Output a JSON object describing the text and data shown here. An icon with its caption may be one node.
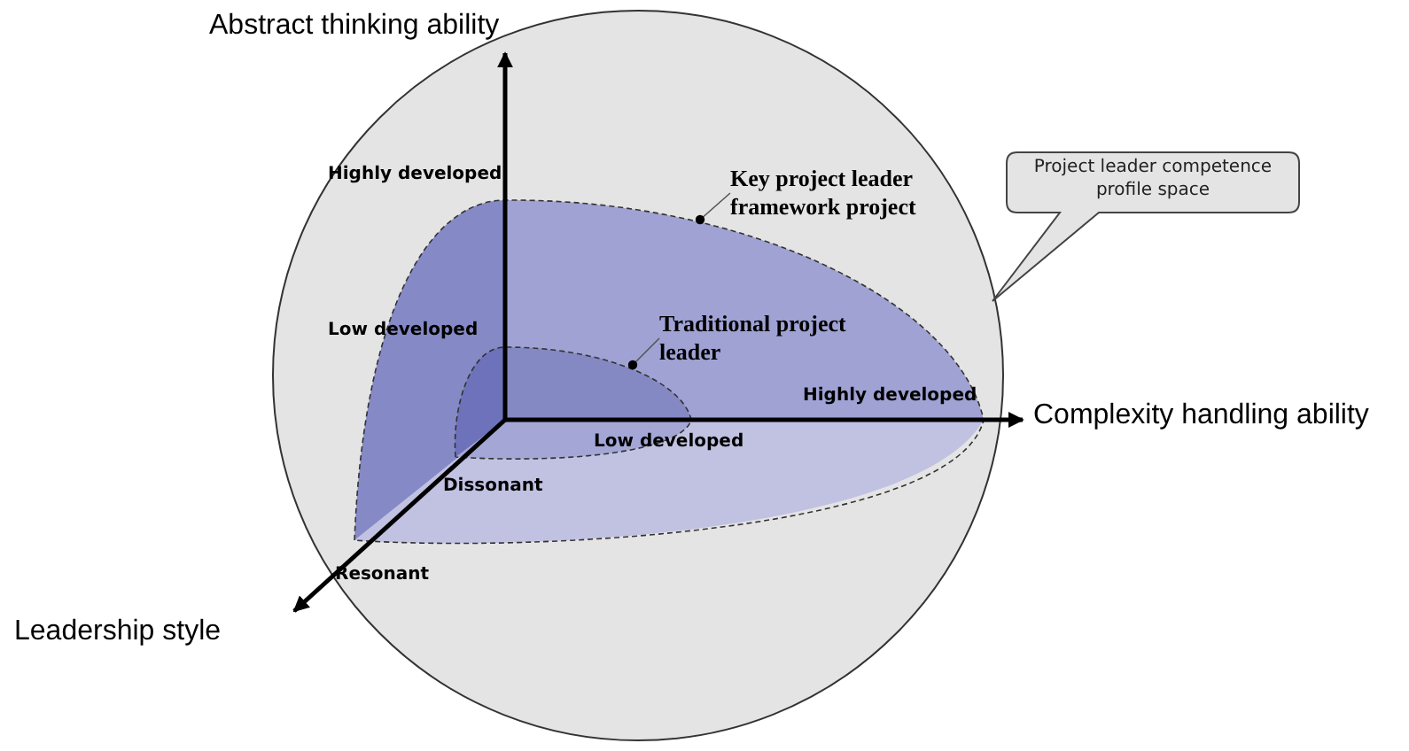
{
  "diagram": {
    "nodes": [
      {
        "text": [
          "Project leader competence profile space"
        ]
      },
      {
        "text": [
          "Key project leader framework project"
        ]
      },
      {
        "text": [
          "Traditional project leader"
        ]
      }
    ],
    "edges": [
      {
        "from": 1,
        "to": null,
        "arrow": "other"
      },
      {
        "from": 2,
        "to": null,
        "arrow": "other"
      }
    ],
    "labels": [
      "Abstract thinking ability",
      "Highly developed",
      "Low developed",
      "Highly developed",
      "Complexity handling ability",
      "Low developed",
      "Dissonant",
      "Resonant",
      "Leadership style"
    ]
  }
}
